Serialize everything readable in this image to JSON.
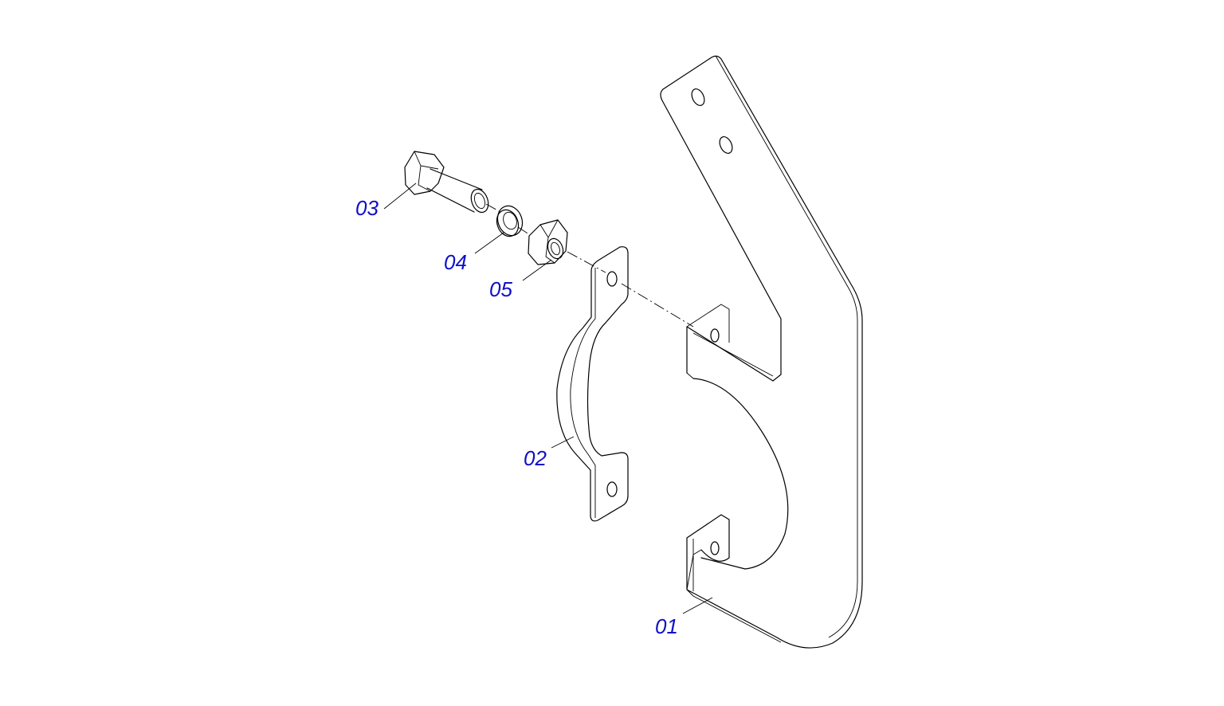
{
  "colors": {
    "line": "#000000",
    "callout": "#1010c8",
    "background": "#ffffff"
  },
  "callouts": [
    {
      "id": "01",
      "label": "01"
    },
    {
      "id": "02",
      "label": "02"
    },
    {
      "id": "03",
      "label": "03"
    },
    {
      "id": "04",
      "label": "04"
    },
    {
      "id": "05",
      "label": "05"
    }
  ]
}
